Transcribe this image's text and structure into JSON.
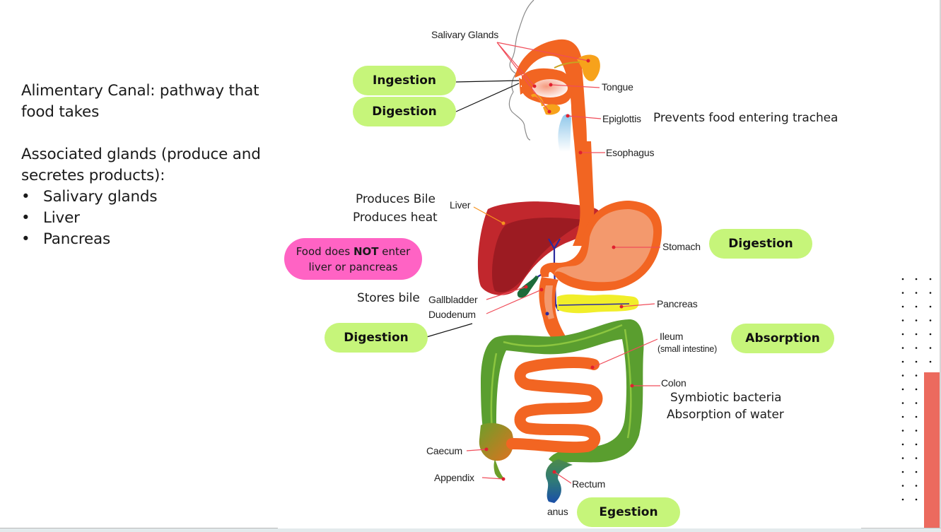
{
  "side_panel": {
    "heading_line": "Alimentary Canal: pathway that food takes",
    "glands_intro": "Associated glands (produce and secretes products):",
    "bullet_char": "•",
    "glands": [
      "Salivary glands",
      "Liver",
      "Pancreas"
    ]
  },
  "diagram": {
    "labels": {
      "salivary_glands": "Salivary Glands",
      "tongue": "Tongue",
      "epiglottis": "Epiglottis",
      "esophagus": "Esophagus",
      "liver": "Liver",
      "stomach": "Stomach",
      "gallbladder": "Gallbladder",
      "duodenum": "Duodenum",
      "pancreas": "Pancreas",
      "ileum": "Ileum",
      "ileum_sub": "(small intestine)",
      "colon": "Colon",
      "caecum": "Caecum",
      "appendix": "Appendix",
      "rectum": "Rectum",
      "anus": "anus"
    },
    "notes": {
      "epiglottis": "Prevents food entering trachea",
      "liver_1": "Produces Bile",
      "liver_2": "Produces heat",
      "gallbladder": "Stores bile",
      "colon_1": "Symbiotic bacteria",
      "colon_2": "Absorption of water"
    },
    "process_pills": {
      "ingestion": "Ingestion",
      "digestion_mouth": "Digestion",
      "digestion_stomach": "Digestion",
      "digestion_duodenum": "Digestion",
      "absorption": "Absorption",
      "egestion": "Egestion"
    },
    "warning": {
      "part1": "Food does ",
      "emphasis": "NOT",
      "part2": " enter",
      "line2": "liver or pancreas"
    }
  },
  "colors": {
    "pill_green": "#c6f57a",
    "pill_pink": "#ff63c4",
    "accent_red_bar": "#ec6a5e",
    "canal_orange": "#f26522",
    "liver_red": "#c1272d",
    "colon_green": "#5a9e2f",
    "pancreas_yellow": "#f1ee2a"
  }
}
